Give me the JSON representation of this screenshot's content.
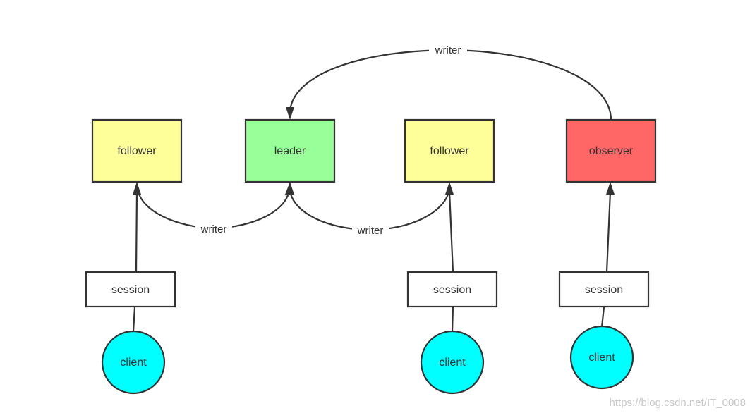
{
  "colors": {
    "follower": "#ffff99",
    "leader": "#99ff99",
    "observer": "#ff6666",
    "client": "#00ffff",
    "session": "#ffffff",
    "stroke": "#333333"
  },
  "nodes": {
    "follower_left": "follower",
    "leader": "leader",
    "follower_right": "follower",
    "observer": "observer",
    "session_1": "session",
    "session_2": "session",
    "session_3": "session",
    "client_1": "client",
    "client_2": "client",
    "client_3": "client"
  },
  "edges": {
    "observer_to_leader": "writer",
    "follower_left_to_leader": "writer",
    "follower_right_to_leader": "writer"
  },
  "watermark": "https://blog.csdn.net/IT_0008"
}
